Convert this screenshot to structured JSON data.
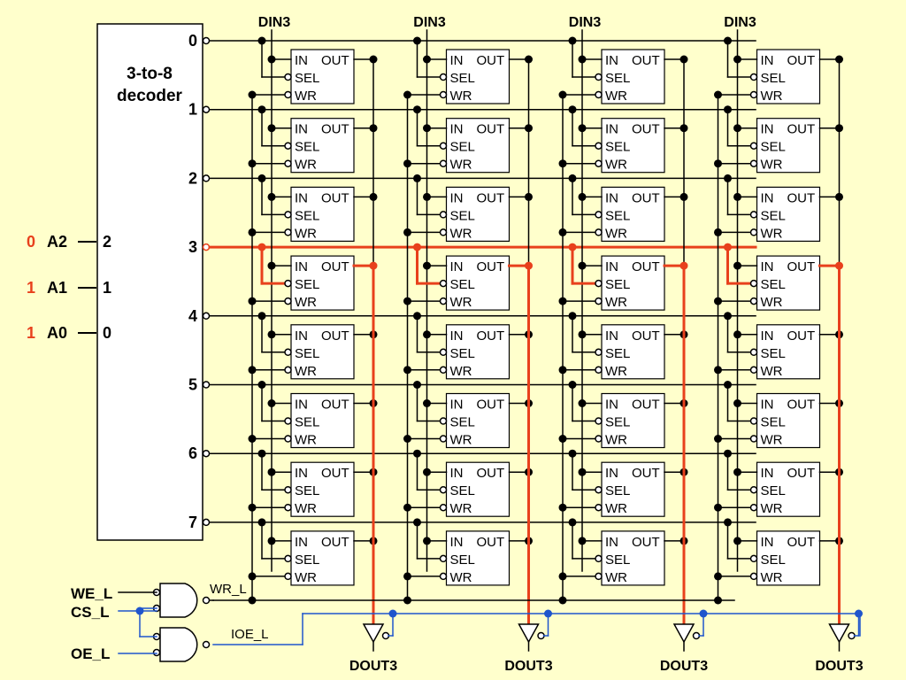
{
  "decoder": {
    "title_line1": "3-to-8",
    "title_line2": "decoder",
    "outputs": [
      "0",
      "1",
      "2",
      "3",
      "4",
      "5",
      "6",
      "7"
    ],
    "inputs": [
      {
        "name": "A2",
        "index": "2",
        "value": "0"
      },
      {
        "name": "A1",
        "index": "1",
        "value": "1"
      },
      {
        "name": "A0",
        "index": "0",
        "value": "1"
      }
    ],
    "selected_output": 3
  },
  "columns": {
    "din_label": "DIN3",
    "dout_label": "DOUT3",
    "count": 4
  },
  "cell": {
    "in_label": "IN",
    "out_label": "OUT",
    "sel_label": "SEL",
    "wr_label": "WR"
  },
  "control": {
    "we_label": "WE_L",
    "cs_label": "CS_L",
    "oe_label": "OE_L",
    "wr_signal": "WR_L",
    "ioe_signal": "IOE_L"
  },
  "colors": {
    "background": "#FFFFCC",
    "highlight": "#E8401C",
    "control_wire": "#1F55CC",
    "wire": "#000000"
  }
}
